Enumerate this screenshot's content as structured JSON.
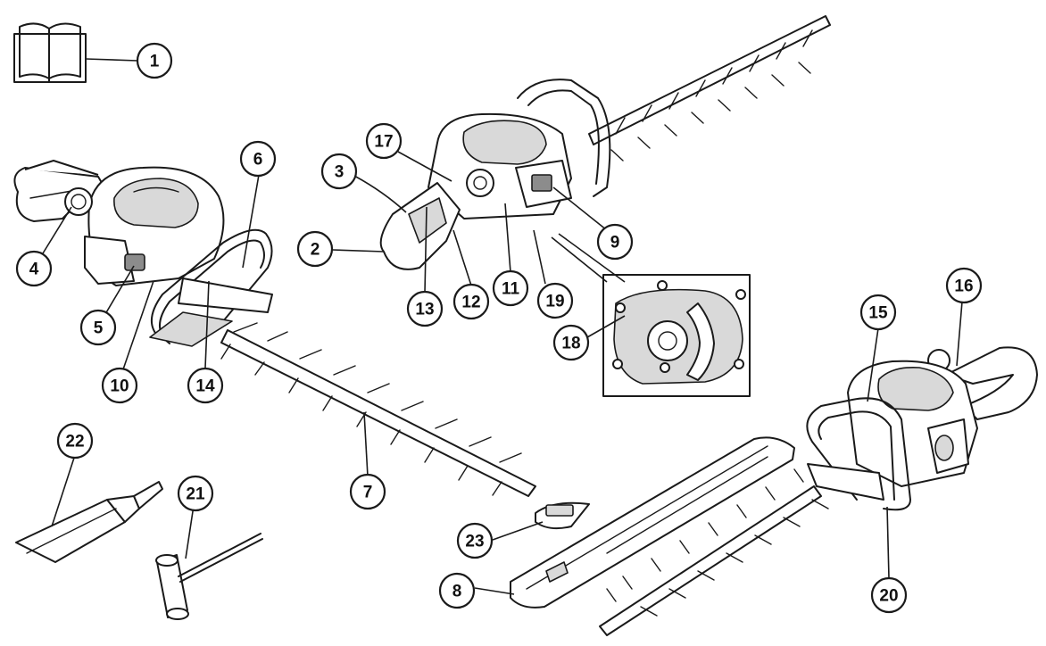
{
  "callouts": [
    {
      "number": "1"
    },
    {
      "number": "2"
    },
    {
      "number": "3"
    },
    {
      "number": "4"
    },
    {
      "number": "5"
    },
    {
      "number": "6"
    },
    {
      "number": "7"
    },
    {
      "number": "8"
    },
    {
      "number": "9"
    },
    {
      "number": "10"
    },
    {
      "number": "11"
    },
    {
      "number": "12"
    },
    {
      "number": "13"
    },
    {
      "number": "14"
    },
    {
      "number": "15"
    },
    {
      "number": "16"
    },
    {
      "number": "17"
    },
    {
      "number": "18"
    },
    {
      "number": "19"
    },
    {
      "number": "20"
    },
    {
      "number": "21"
    },
    {
      "number": "22"
    },
    {
      "number": "23"
    }
  ],
  "icons": [
    "manual-book-icon",
    "grease-tube-icon",
    "spanner-icon",
    "blade-cover-icon",
    "cover-clip-icon"
  ],
  "colors": {
    "line": "#1a1a1a",
    "fill": "#ffffff",
    "shade": "#d9d9d9"
  }
}
